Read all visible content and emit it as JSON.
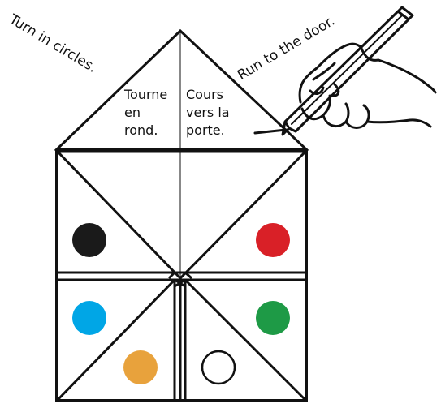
{
  "captions": {
    "left_english": "Turn in circles.",
    "right_english": "Run to the door.",
    "left_french": [
      "Tourne",
      "en",
      "rond."
    ],
    "right_french": [
      "Cours",
      "vers la",
      "porte."
    ]
  },
  "dots": [
    {
      "name": "black",
      "color": "#1a1a1a"
    },
    {
      "name": "red",
      "color": "#d92027"
    },
    {
      "name": "blue",
      "color": "#00a6e6"
    },
    {
      "name": "green",
      "color": "#1e9a46"
    },
    {
      "name": "orange",
      "color": "#e8a23c"
    },
    {
      "name": "white",
      "color": "#ffffff"
    }
  ],
  "colors": {
    "line": "#111111",
    "hand": "#111111"
  }
}
